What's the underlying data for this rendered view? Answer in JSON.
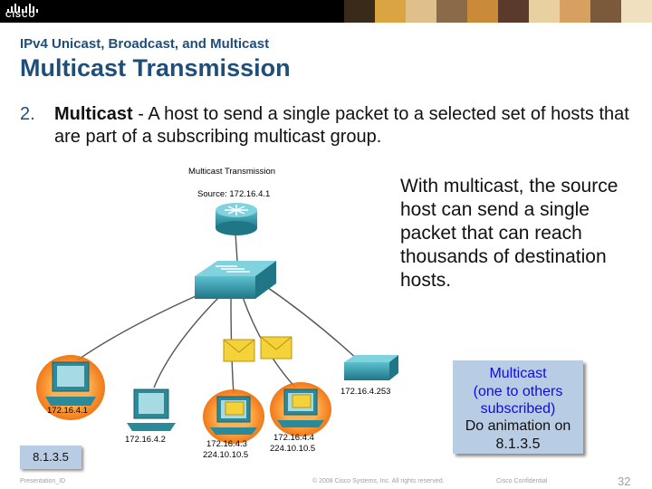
{
  "header": {
    "logo_text": "CISCO",
    "photo_colors": [
      "#3a2a1a",
      "#d9a441",
      "#e0c08a",
      "#8b6a4a",
      "#c98a3a",
      "#5a3a2a",
      "#e8d0a0",
      "#d8a060",
      "#7a5a3a",
      "#f0e0c0"
    ]
  },
  "slide": {
    "subtitle": "IPv4 Unicast, Broadcast, and Multicast",
    "title": "Multicast Transmission",
    "point_number": "2.",
    "point_term": "Multicast",
    "point_text": " - A host to send a single packet to a selected set of hosts that are part of a subscribing multicast group.",
    "side_text": "With multicast, the source host can send a single packet that can reach thousands of destination hosts."
  },
  "note": {
    "line1": "Multicast",
    "line2": "(one to others",
    "line3": "subscribed)",
    "line4": "Do animation on",
    "line5": "8.1.3.5"
  },
  "section_tag": "8.1.3.5",
  "diagram": {
    "title": "Multicast Transmission",
    "source": "Source: 172.16.4.1",
    "host1": "172.16.4.1",
    "host2": "172.16.4.2",
    "host3_ip": "172.16.4.3",
    "host3_group": "224.10.10.5",
    "host4_ip": "172.16.4.4",
    "host4_group": "224.10.10.5",
    "printer": "172.16.4.253"
  },
  "footer": {
    "left": "Presentation_ID",
    "center": "© 2008 Cisco Systems, Inc. All rights reserved.",
    "right": "Cisco Confidential",
    "page": "32"
  },
  "colors": {
    "title_blue": "#1f4e79",
    "note_bg": "#b8cce4",
    "note_text": "#0d0de0",
    "device_teal": "#2a8a99",
    "glow_orange": "#f07a10",
    "envelope_yellow": "#f5d23a"
  }
}
